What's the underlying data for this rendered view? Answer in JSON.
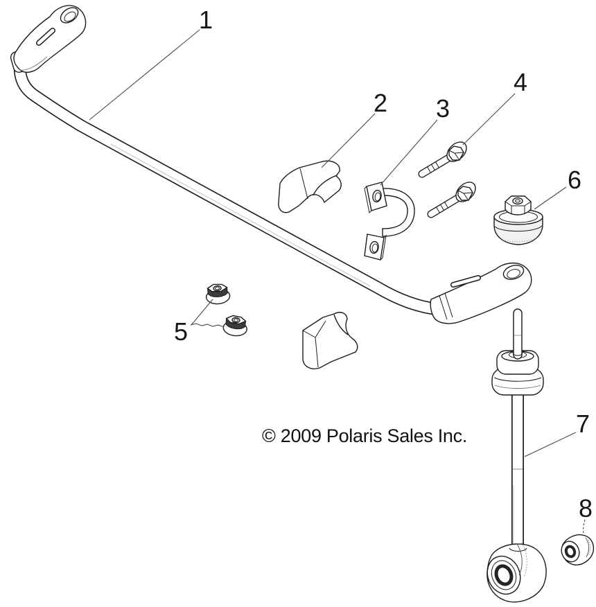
{
  "canvas": {
    "background": "#ffffff",
    "line_color": "#1b1b1b",
    "shade_color": "#3c3c3c"
  },
  "diagram": {
    "copyright": "© 2009 Polaris Sales Inc.",
    "callouts": [
      {
        "number": "1"
      },
      {
        "number": "2"
      },
      {
        "number": "3"
      },
      {
        "number": "4"
      },
      {
        "number": "5"
      },
      {
        "number": "6"
      },
      {
        "number": "7"
      },
      {
        "number": "8"
      }
    ]
  }
}
